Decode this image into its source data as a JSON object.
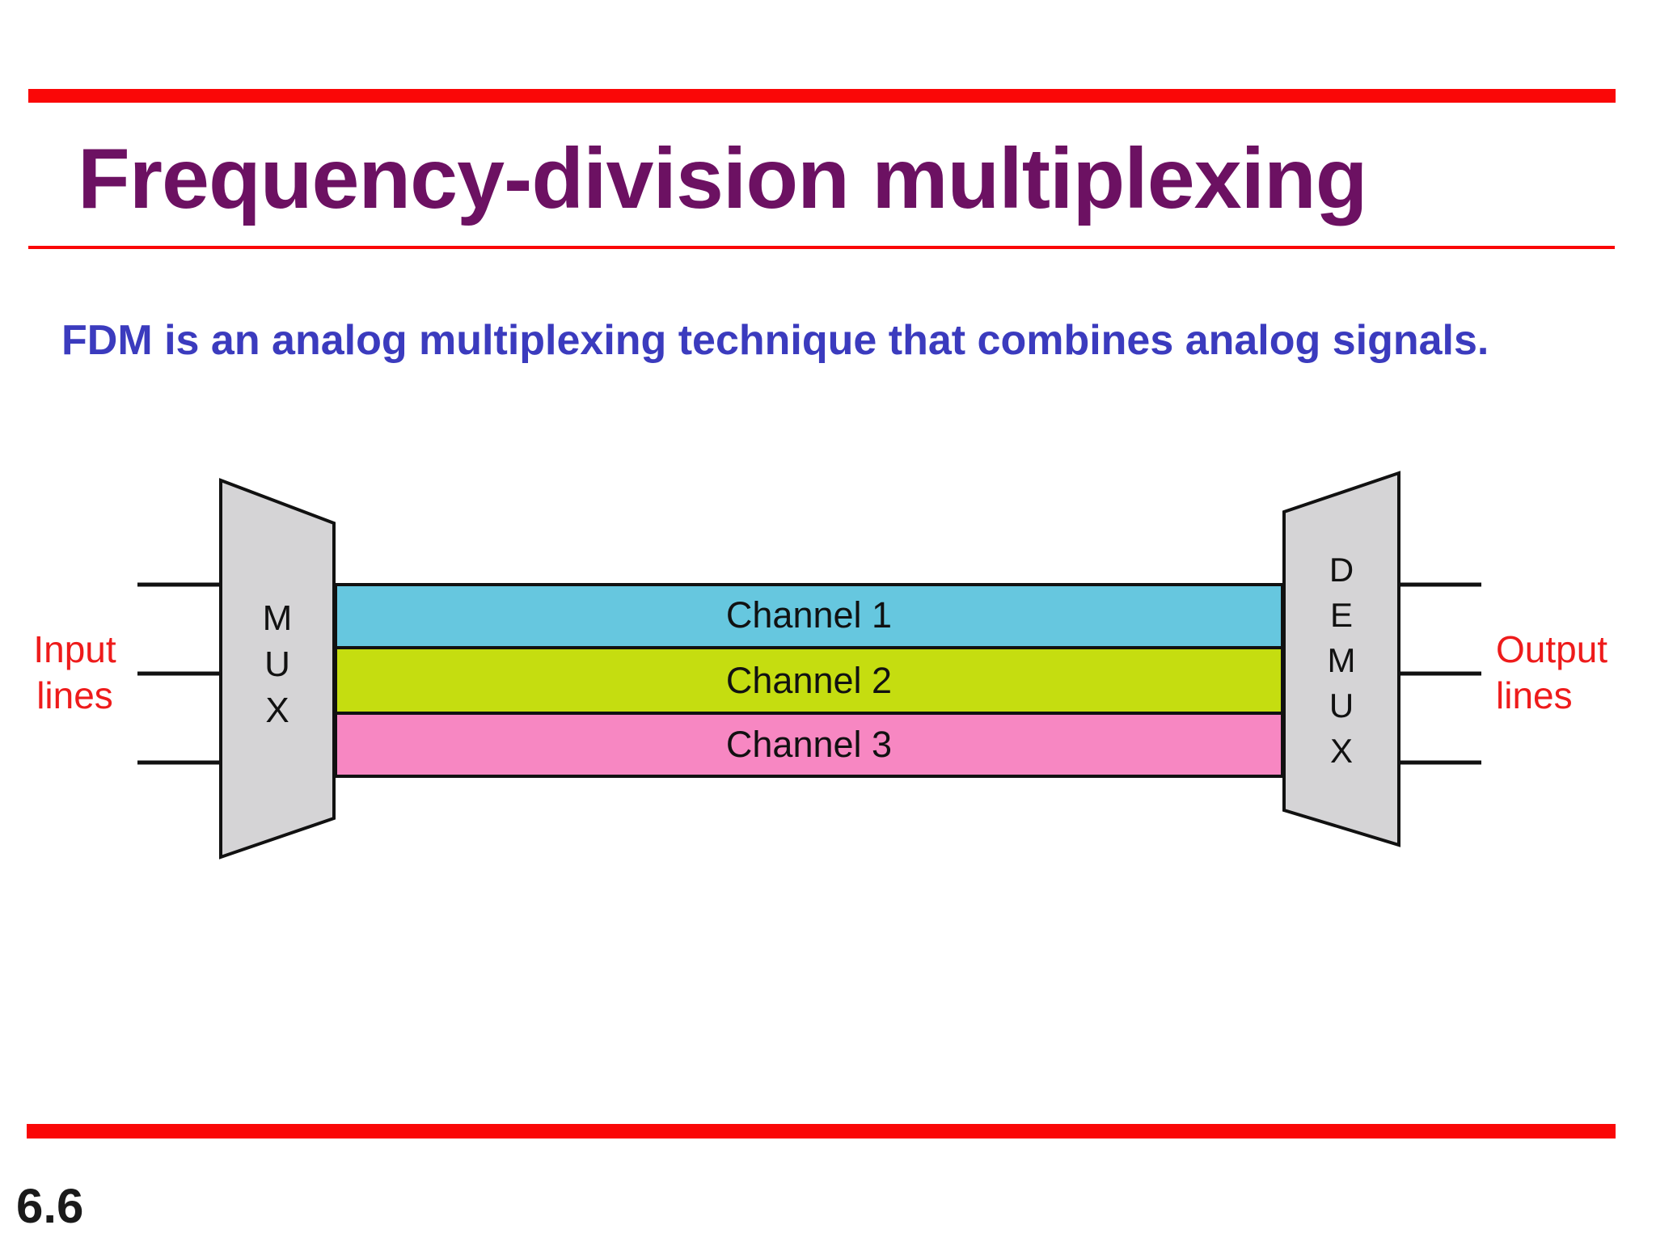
{
  "slide": {
    "title": "Frequency-division multiplexing",
    "subtitle": "FDM is an analog multiplexing technique that combines analog signals.",
    "page_number": "6.6"
  },
  "diagram": {
    "mux_label": "M\nU\nX",
    "demux_label": "D\nE\nM\nU\nX",
    "input_label": "Input\nlines",
    "output_label": "Output\nlines",
    "channels": [
      {
        "label": "Channel 1",
        "color": "#66C7DF"
      },
      {
        "label": "Channel 2",
        "color": "#C5DD10"
      },
      {
        "label": "Channel 3",
        "color": "#F787C2"
      }
    ]
  },
  "colors": {
    "bar_red": "#FA0707",
    "title_purple": "#6C1162",
    "subtitle_blue": "#3B3BBE",
    "label_red": "#EE1B1B",
    "device_fill": "#D5D4D6",
    "device_stroke": "#111111"
  }
}
